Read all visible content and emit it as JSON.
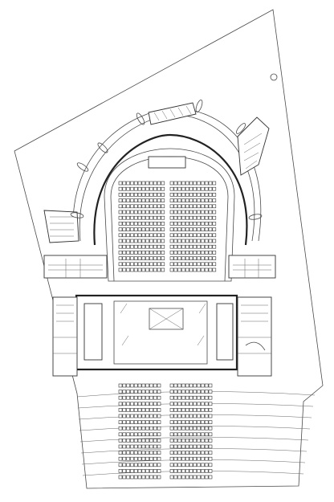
{
  "drawing": {
    "kind": "architectural floor plan",
    "colors": {
      "line": "#4a4a4a",
      "wall": "#222222",
      "background": "#ffffff"
    },
    "upper_hall": {
      "rows": 16,
      "blocks": 2,
      "shape": "horseshoe"
    },
    "lower_hall": {
      "rows": 16,
      "blocks": 2,
      "shape": "rectangular"
    },
    "outdoor_terraces": 12
  }
}
